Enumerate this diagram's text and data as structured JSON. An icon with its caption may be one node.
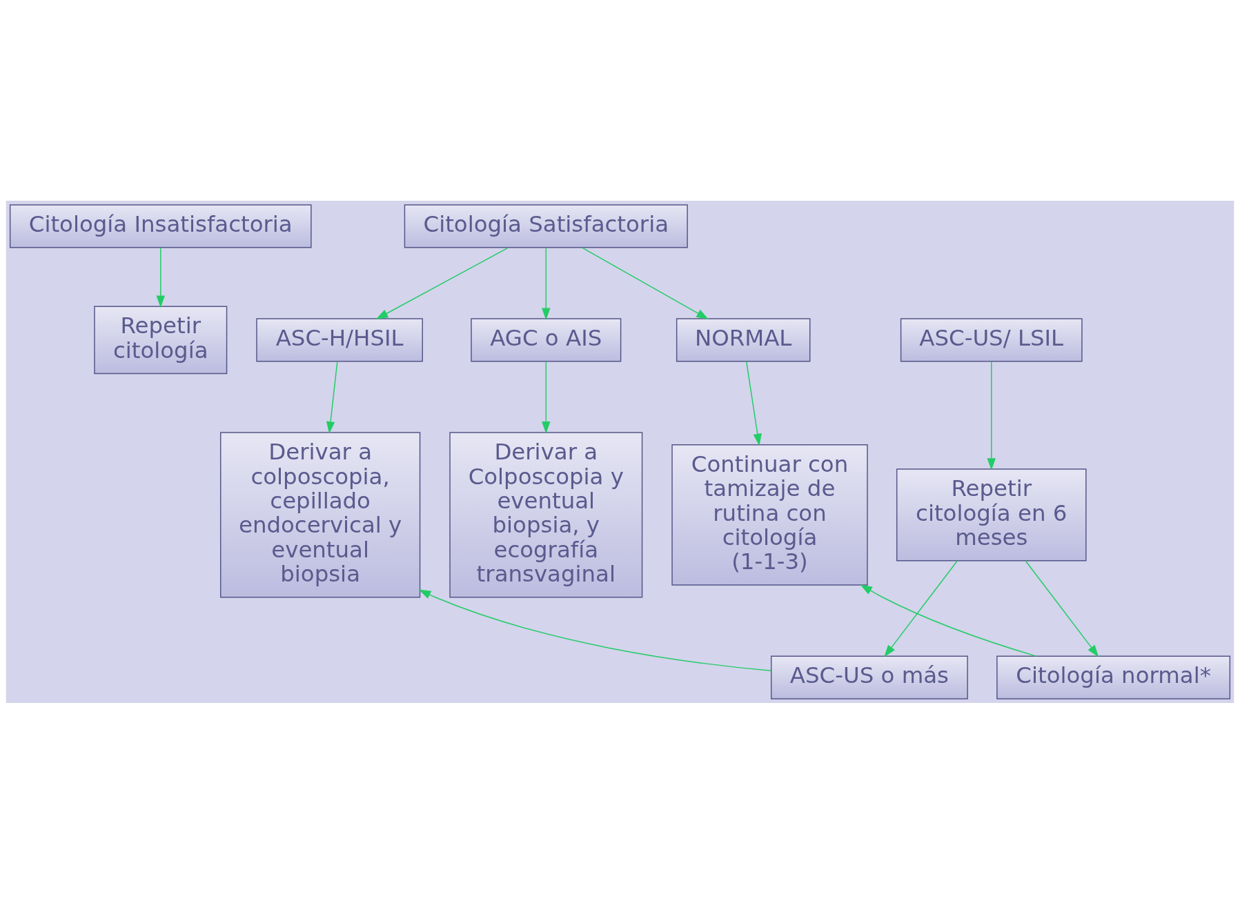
{
  "diagram": {
    "nodes": [
      {
        "text": [
          "Citología Insatisfactoria"
        ]
      },
      {
        "text": [
          "Citología Satisfactoria"
        ]
      },
      {
        "text": [
          "Repetir citología"
        ]
      },
      {
        "text": [
          "ASC-US/ LSIL"
        ]
      },
      {
        "text": [
          "ASC-H/HSIL"
        ]
      },
      {
        "text": [
          "AGC o AIS"
        ]
      },
      {
        "text": [
          "NORMAL"
        ]
      },
      {
        "text": [
          "Continuar con tamizaje de rutina con citología (1-1-3)"
        ]
      },
      {
        "text": [
          "Repetir citología en 6 meses"
        ]
      },
      {
        "text": [
          "Derivar a colposcopia, cepillado endocervical y eventual biopsia"
        ]
      },
      {
        "text": [
          "Derivar a Colposcopia y eventual biopsia, y ecografía transvaginal"
        ]
      },
      {
        "text": [
          "Citología normal*"
        ]
      },
      {
        "text": [
          "ASC-US o más"
        ]
      }
    ],
    "edges": [
      {
        "from": 0,
        "to": 2,
        "arrow": "to"
      },
      {
        "from": 1,
        "to": 6,
        "arrow": "to"
      },
      {
        "from": 1,
        "to": 4,
        "arrow": "to"
      },
      {
        "from": 1,
        "to": 5,
        "arrow": "to"
      },
      {
        "from": 6,
        "to": 7,
        "arrow": "to"
      },
      {
        "from": 3,
        "to": 8,
        "arrow": "to"
      },
      {
        "from": 4,
        "to": 9,
        "arrow": "to"
      },
      {
        "from": 5,
        "to": 10,
        "arrow": "to"
      },
      {
        "from": 8,
        "to": 11,
        "arrow": "to"
      },
      {
        "from": 8,
        "to": 12,
        "arrow": "to"
      },
      {
        "from": 11,
        "to": 7,
        "arrow": "to"
      },
      {
        "from": 12,
        "to": 9,
        "arrow": "to"
      }
    ]
  }
}
